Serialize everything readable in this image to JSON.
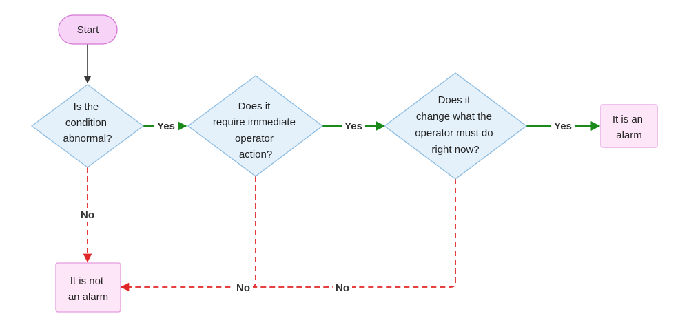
{
  "nodes": {
    "start": {
      "lines": [
        "Start"
      ]
    },
    "abnormal": {
      "lines": [
        "Is the",
        "condition",
        "abnormal?"
      ]
    },
    "immediate": {
      "lines": [
        "Does it",
        "require immediate",
        "operator",
        "action?"
      ]
    },
    "change": {
      "lines": [
        "Does it",
        "change what the",
        "operator must do",
        "right now?"
      ]
    },
    "alarm": {
      "lines": [
        "It is an",
        "alarm"
      ]
    },
    "not_alarm": {
      "lines": [
        "It is not",
        "an alarm"
      ]
    }
  },
  "edges": {
    "yes_1": "Yes",
    "yes_2": "Yes",
    "yes_3": "Yes",
    "no_1": "No",
    "no_2": "No",
    "no_3": "No"
  },
  "colors": {
    "start_fill": "#f7d4f7",
    "start_stroke": "#d576d5",
    "decision_fill": "#e4f1fb",
    "decision_stroke": "#8cbbe0",
    "result_fill": "#fde6f7",
    "result_stroke": "#e59be0",
    "yes_edge": "#1a8a1a",
    "no_edge": "#e02626",
    "start_edge": "#3a3a3a"
  }
}
